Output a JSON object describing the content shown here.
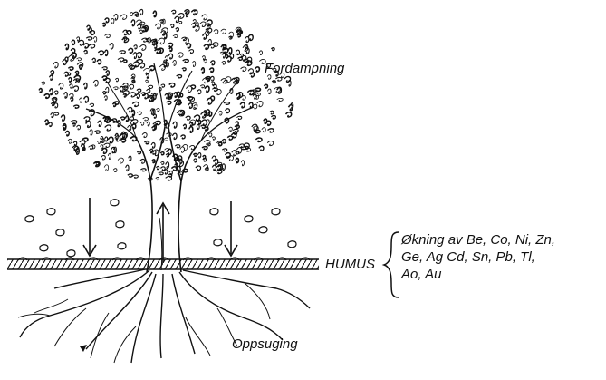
{
  "labels": {
    "evaporation": "Fordampning",
    "uptake": "Oppsuging",
    "humus": "HUMUS"
  },
  "enrichment_lines": [
    "Økning av Be, Co, Ni, Zn,",
    "Ge, Ag Cd, Sn, Pb, Tl,",
    "Ao, Au"
  ],
  "colors": {
    "ink": "#111111",
    "background": "#ffffff"
  }
}
